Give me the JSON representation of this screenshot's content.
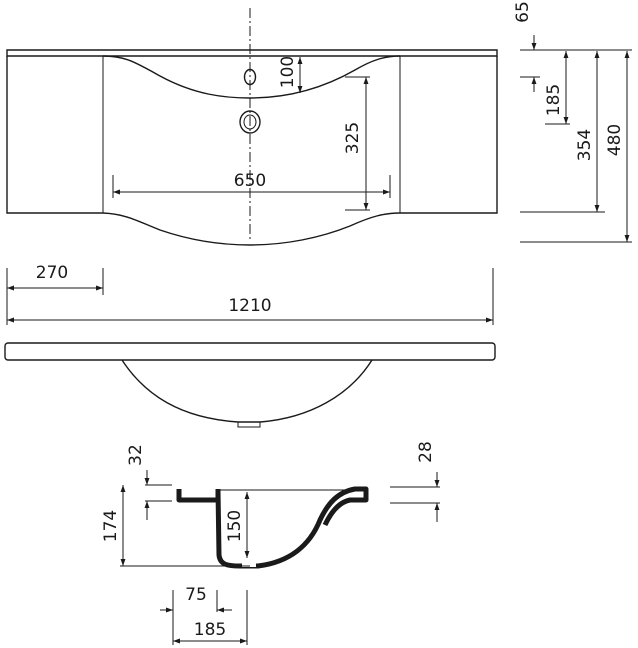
{
  "top_view": {
    "dims": {
      "tap_to_back": "100",
      "drain_depth": "325",
      "bowl_width": "650",
      "back_edge": "65",
      "tap_depth": "185",
      "side_depth": "354",
      "total_depth": "480",
      "side_panel_width": "270",
      "total_width": "1210"
    }
  },
  "section_view": {
    "dims": {
      "flange_left": "32",
      "flange_right": "28",
      "total_height": "174",
      "bowl_depth": "150",
      "drain_offset": "75",
      "back_to_drain": "185"
    }
  },
  "colors": {
    "line": "#1a1a1a",
    "background": "#ffffff"
  }
}
